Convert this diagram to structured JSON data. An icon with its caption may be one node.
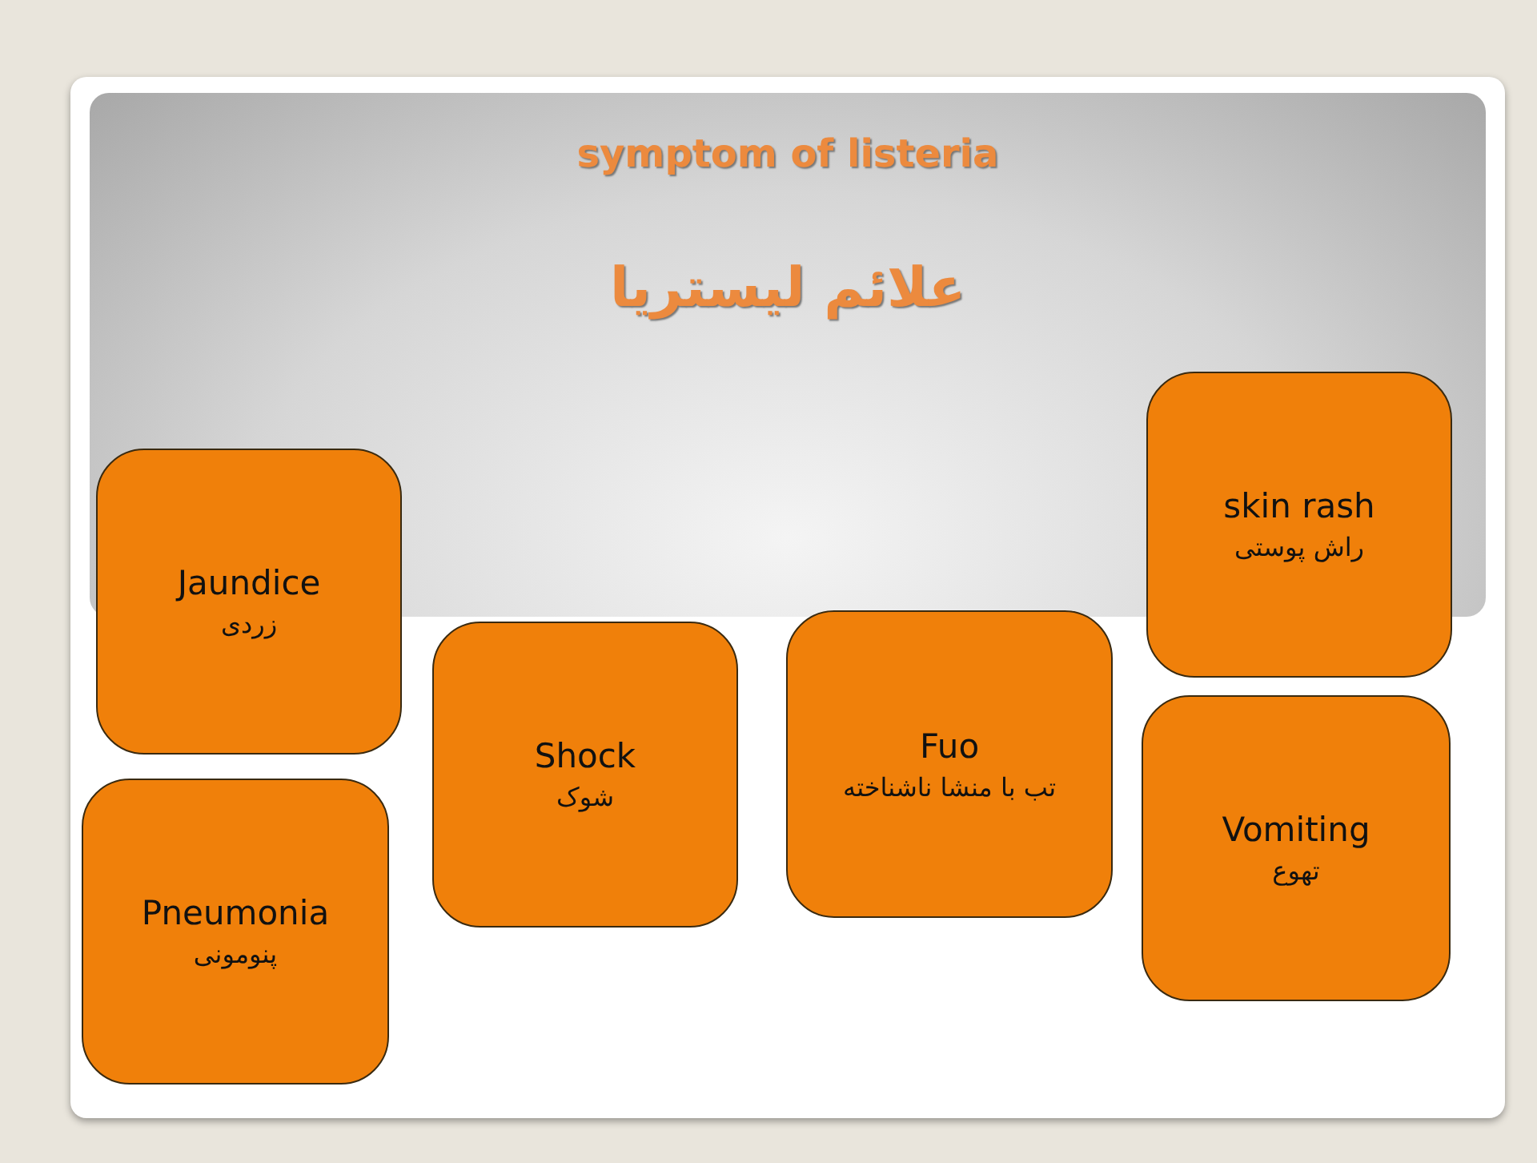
{
  "diagram": {
    "title": "symptom of listeria",
    "nodes": [
      {
        "text": [
          "Jaundice",
          "زردی"
        ]
      },
      {
        "text": [
          "Pneumonia",
          "پنومونی"
        ]
      },
      {
        "text": [
          "Shock",
          "شوک"
        ]
      },
      {
        "text": [
          "Fuo",
          "تب با منشا ناشناخته"
        ]
      },
      {
        "text": [
          "skin rash",
          "راش پوستی"
        ]
      },
      {
        "text": [
          "Vomiting",
          "تهوع"
        ]
      }
    ],
    "edges": [],
    "labels": [
      "علائم لیستریا"
    ]
  }
}
